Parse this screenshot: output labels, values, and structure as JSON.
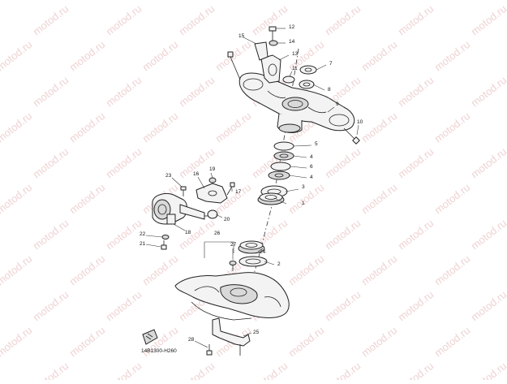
{
  "diagram": {
    "code": "14B1300-H260",
    "watermark": "motod.ru",
    "callouts": [
      "1",
      "2",
      "3",
      "4",
      "4",
      "5",
      "6",
      "7",
      "8",
      "9",
      "10",
      "11",
      "12",
      "13",
      "14",
      "15",
      "16",
      "17",
      "18",
      "19",
      "20",
      "21",
      "22",
      "23",
      "24",
      "25",
      "26",
      "27",
      "28"
    ],
    "colors": {
      "line": "#222222",
      "fill": "#f3f3f3",
      "watermark": "#efd3d3"
    }
  }
}
